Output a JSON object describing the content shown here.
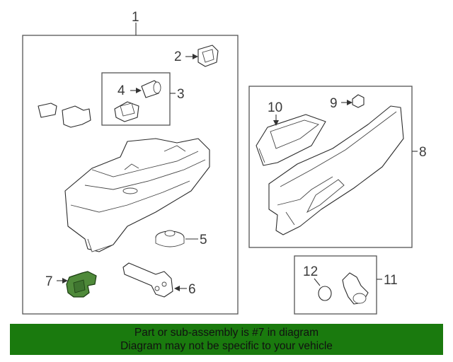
{
  "callouts": {
    "c1": "1",
    "c2": "2",
    "c3": "3",
    "c4": "4",
    "c5": "5",
    "c6": "6",
    "c7": "7",
    "c8": "8",
    "c9": "9",
    "c10": "10",
    "c11": "11",
    "c12": "12"
  },
  "highlight_color": "#4f8a3a",
  "banner": {
    "line1": "Part or sub-assembly is #7 in diagram",
    "line2": "Diagram may not be specific to your vehicle",
    "background": "#1a7a0e"
  }
}
